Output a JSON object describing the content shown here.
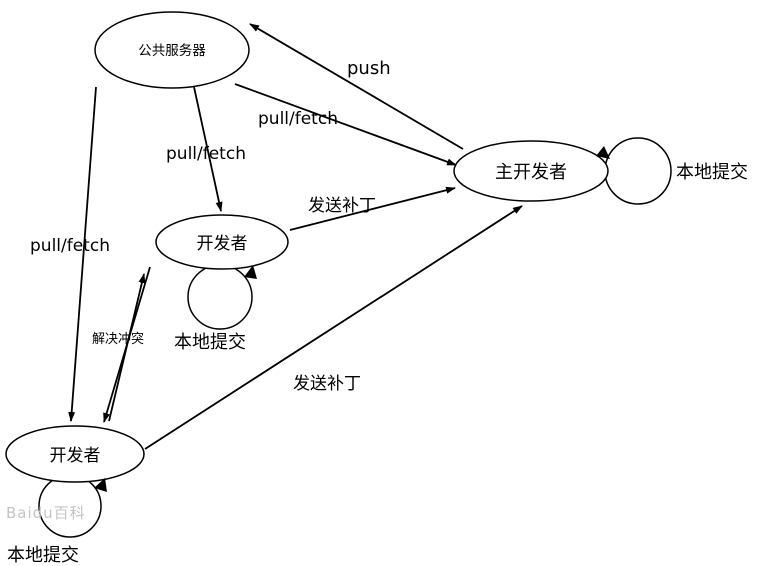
{
  "diagram": {
    "title": "git-distributed-workflow-diagram",
    "nodes": {
      "server": {
        "label": "公共服务器"
      },
      "main_dev": {
        "label": "主开发者"
      },
      "dev_mid": {
        "label": "开发者"
      },
      "dev_bottom": {
        "label": "开发者"
      }
    },
    "edges": {
      "push": "push",
      "pull_fetch_main": "pull/fetch",
      "pull_fetch_mid": "pull/fetch",
      "pull_fetch_bottom": "pull/fetch",
      "send_patch_mid": "发送补丁",
      "send_patch_bottom": "发送补丁",
      "resolve_conflict": "解决冲突",
      "local_commit_main": "本地提交",
      "local_commit_mid": "本地提交",
      "local_commit_bottom": "本地提交"
    },
    "watermark": "Baidu百科"
  }
}
